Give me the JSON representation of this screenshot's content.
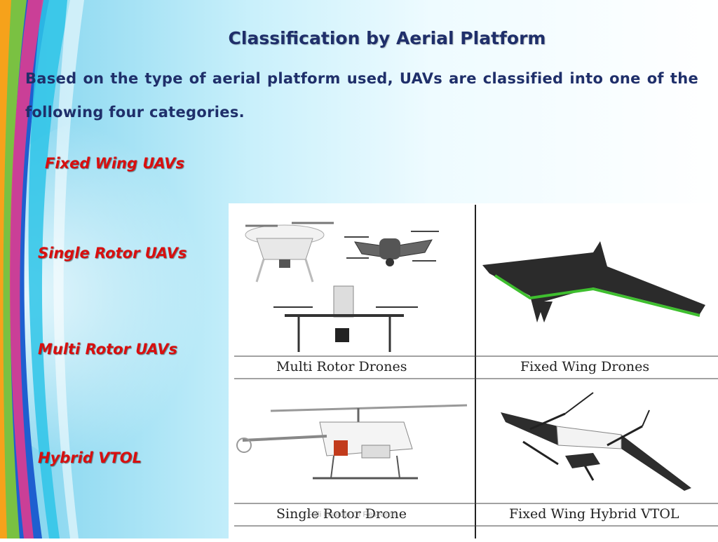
{
  "title": "Classification by Aerial Platform",
  "intro": "Based on the type of aerial platform used, UAVs are classified into one of the following four categories.",
  "categories": [
    {
      "label": "Fixed Wing UAVs"
    },
    {
      "label": "Single Rotor UAVs"
    },
    {
      "label": "Multi Rotor UAVs"
    },
    {
      "label": "Hybrid VTOL"
    }
  ],
  "image_panel": {
    "captions": {
      "multi_rotor": "Multi Rotor Drones",
      "fixed_wing": "Fixed Wing Drones",
      "single_rotor": "Single Rotor Drone",
      "hybrid": "Fixed Wing Hybrid VTOL"
    },
    "watermark": "Faili Institute Of Research"
  },
  "colors": {
    "title": "#1f2f6a",
    "category": "#d80f0f",
    "accent_green": "#3fbf2f"
  }
}
